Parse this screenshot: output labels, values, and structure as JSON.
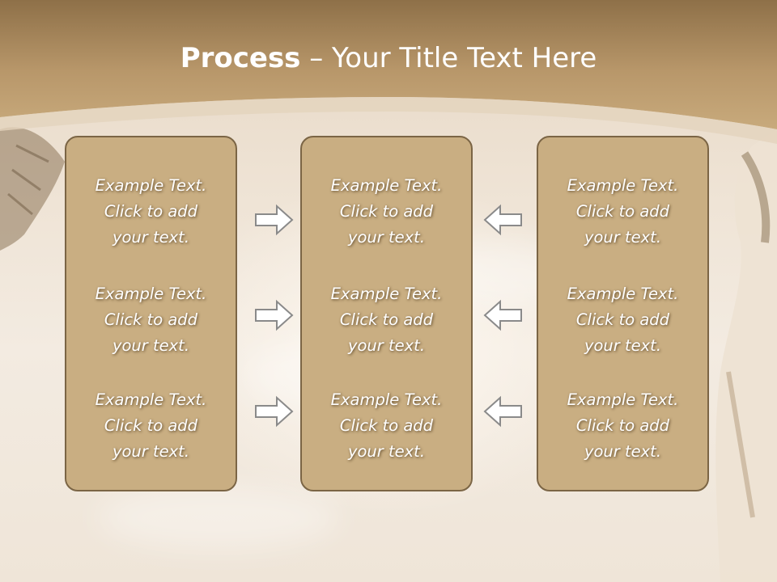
{
  "title": {
    "bold": "Process",
    "rest": " – Your Title Text Here"
  },
  "panels": [
    {
      "items": [
        "Example Text.\nClick  to add\nyour text.",
        "Example Text.\nClick  to add\nyour text.",
        "Example Text.\nClick  to add\nyour text."
      ]
    },
    {
      "items": [
        "Example Text.\nClick  to add\nyour text.",
        "Example Text.\nClick  to add\nyour text.",
        "Example Text.\nClick  to add\nyour text."
      ]
    },
    {
      "items": [
        "Example Text.\nClick  to add\nyour text.",
        "Example Text.\nClick  to add\nyour text.",
        "Example Text.\nClick  to add\nyour text."
      ]
    }
  ],
  "arrows": {
    "left_column": "right-arrow-icon",
    "right_column": "left-arrow-icon"
  },
  "colors": {
    "header": "#b8976a",
    "panel_fill": "#c9ae82",
    "panel_border": "#7b6545"
  }
}
